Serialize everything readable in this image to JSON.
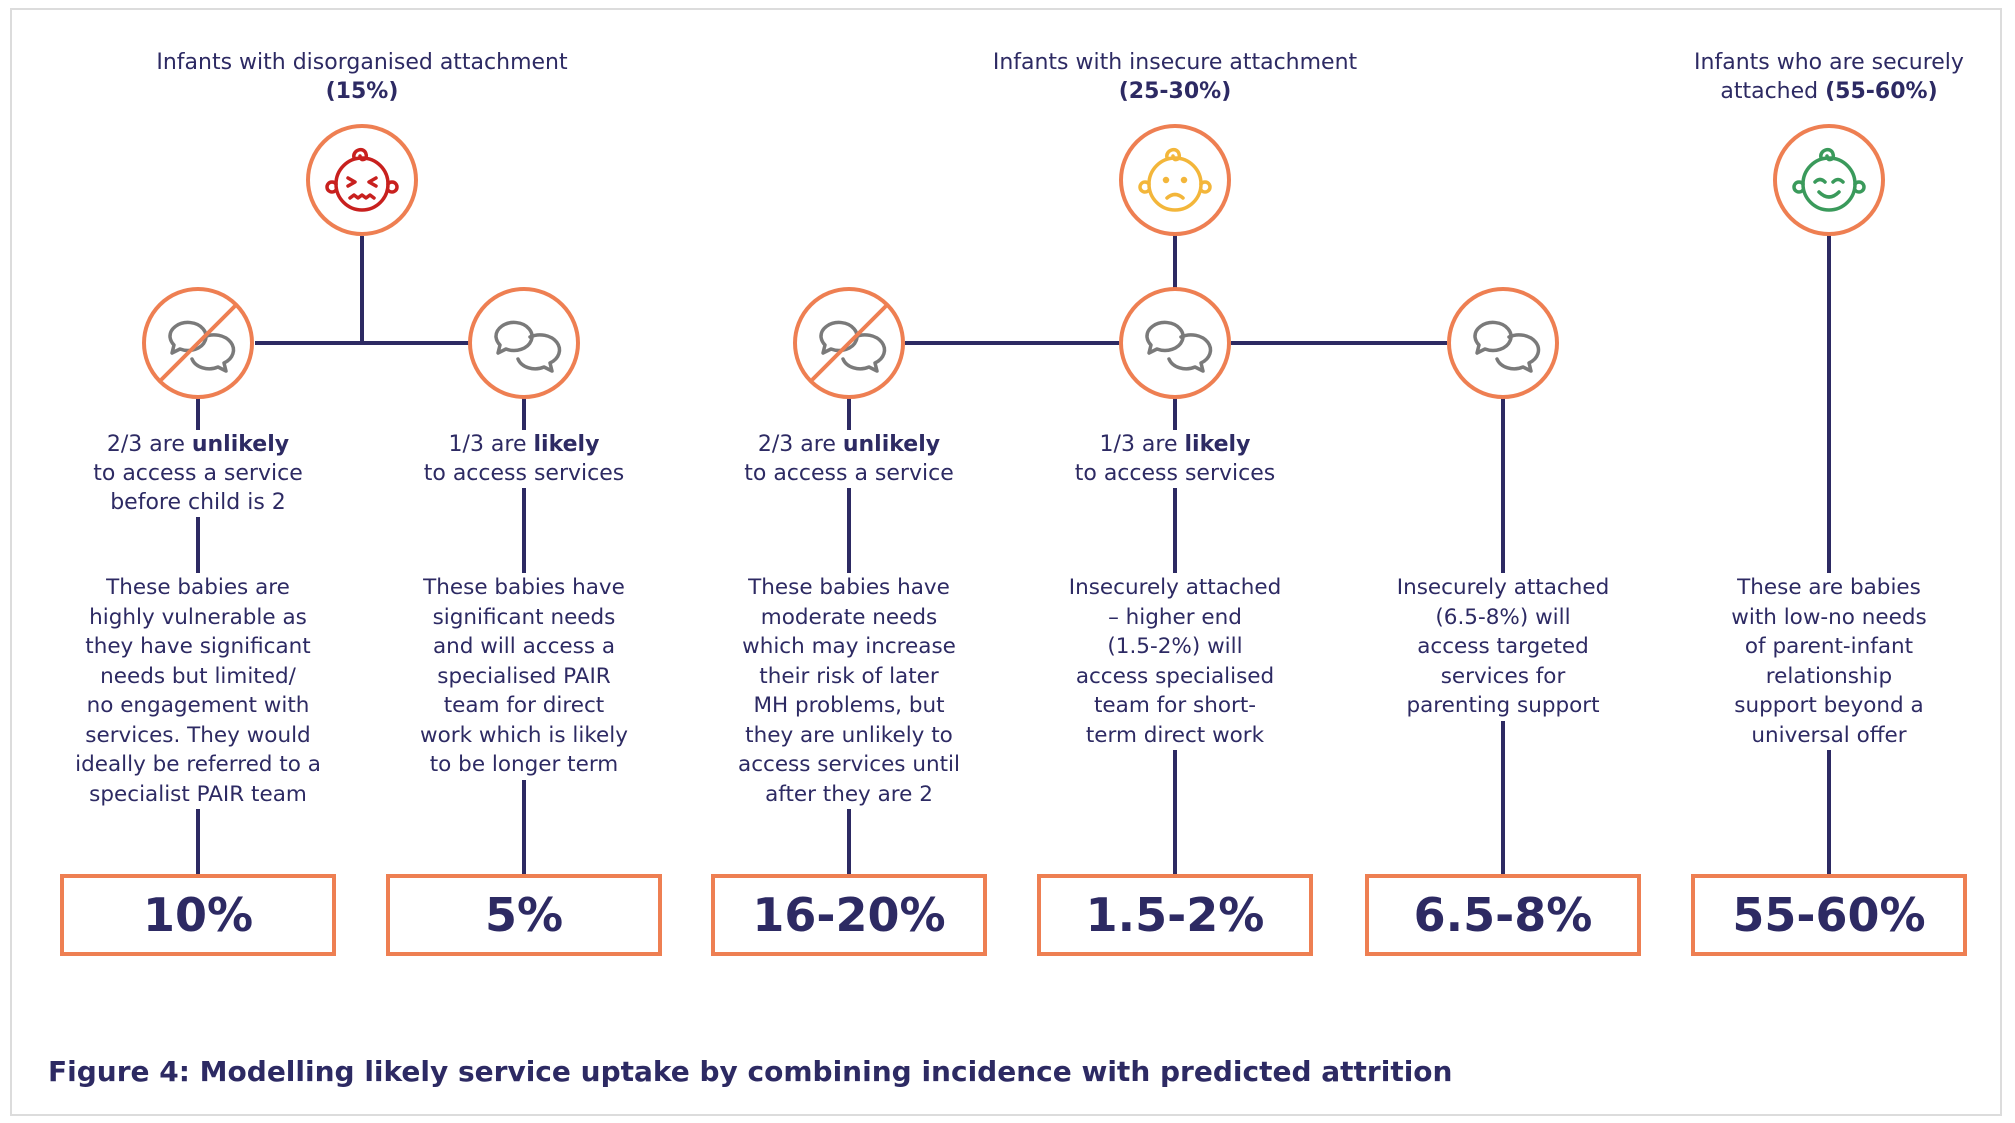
{
  "groups": [
    {
      "title": "Infants with disorganised attachment",
      "share": "(15%)",
      "face": "distressed-baby-icon"
    },
    {
      "title": "Infants with insecure attachment",
      "share": "(25-30%)",
      "face": "worried-baby-icon"
    },
    {
      "title_line1": "Infants who are securely",
      "title_line2_prefix": "attached ",
      "share": "(55-60%)",
      "face": "happy-baby-icon"
    }
  ],
  "branches": [
    {
      "label_prefix": "2/3 are ",
      "label_emphasis": "unlikely",
      "label_rest": "to access a service",
      "label_rest2": "before child is 2",
      "description": [
        "These babies are",
        "highly vulnerable as",
        "they have significant",
        "needs but limited/",
        "no engagement with",
        "services. They would",
        "ideally be referred to a",
        "specialist PAIR team"
      ],
      "percent": "10%",
      "icon": "no-talk-icon"
    },
    {
      "label_prefix": "1/3 are ",
      "label_emphasis": "likely",
      "label_rest": "to access services",
      "description": [
        "These babies have",
        "significant needs",
        "and will access a",
        "specialised PAIR",
        "team for direct",
        "work which is likely",
        "to be longer term"
      ],
      "percent": "5%",
      "icon": "speech-bubbles-icon"
    },
    {
      "label_prefix": "2/3 are ",
      "label_emphasis": "unlikely",
      "label_rest": "to access a service",
      "description": [
        "These babies have",
        "moderate needs",
        "which may increase",
        "their risk of later",
        "MH problems, but",
        "they are unlikely to",
        "access services until",
        "after they are 2"
      ],
      "percent": "16-20%",
      "icon": "no-talk-icon"
    },
    {
      "label_prefix": "1/3 are ",
      "label_emphasis": "likely",
      "label_rest": "to access services",
      "description": [
        "Insecurely attached",
        "– higher end",
        "(1.5-2%) will",
        "access specialised",
        "team for short-",
        "term direct work"
      ],
      "percent": "1.5-2%",
      "icon": "speech-bubbles-icon"
    },
    {
      "description": [
        "Insecurely attached",
        "(6.5-8%) will",
        "access targeted",
        "services for",
        "parenting support"
      ],
      "percent": "6.5-8%",
      "icon": "speech-bubbles-icon"
    },
    {
      "description": [
        "These are babies",
        "with low-no needs",
        "of parent-infant",
        "relationship",
        "support beyond a",
        "universal offer"
      ],
      "percent": "55-60%"
    }
  ],
  "caption": "Figure 4: Modelling likely service uptake by combining incidence with predicted attrition",
  "colors": {
    "accent": "#ee7f52",
    "navy": "#2d2a63",
    "red": "#c8201e",
    "yellow": "#f3b63a",
    "green": "#3a9a5b",
    "grey": "#7a7a7a"
  }
}
